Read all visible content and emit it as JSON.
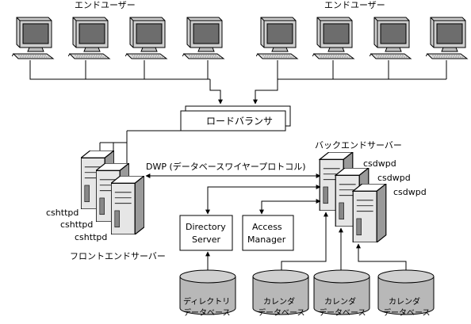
{
  "end_user_groups": [
    {
      "label": "エンドユーザー",
      "count": 4
    },
    {
      "label": "エンドユーザー",
      "count": 4
    }
  ],
  "load_balancer": {
    "label": "ロードバランサ"
  },
  "dwp_label": "DWP (データベースワイヤープロトコル)",
  "front_end": {
    "label": "フロントエンドサーバー",
    "servers": [
      "cshttpd",
      "cshttpd",
      "cshttpd"
    ]
  },
  "back_end": {
    "label": "バックエンドサーバー",
    "servers": [
      "csdwpd",
      "csdwpd",
      "csdwpd"
    ]
  },
  "directory_server": {
    "line1": "Directory",
    "line2": "Server"
  },
  "access_manager": {
    "line1": "Access",
    "line2": "Manager"
  },
  "databases": [
    {
      "line1": "ディレクトリ",
      "line2": "データベース"
    },
    {
      "line1": "カレンダ",
      "line2": "データベース"
    },
    {
      "line1": "カレンダ",
      "line2": "データベース"
    },
    {
      "line1": "カレンダ",
      "line2": "データベース"
    }
  ]
}
